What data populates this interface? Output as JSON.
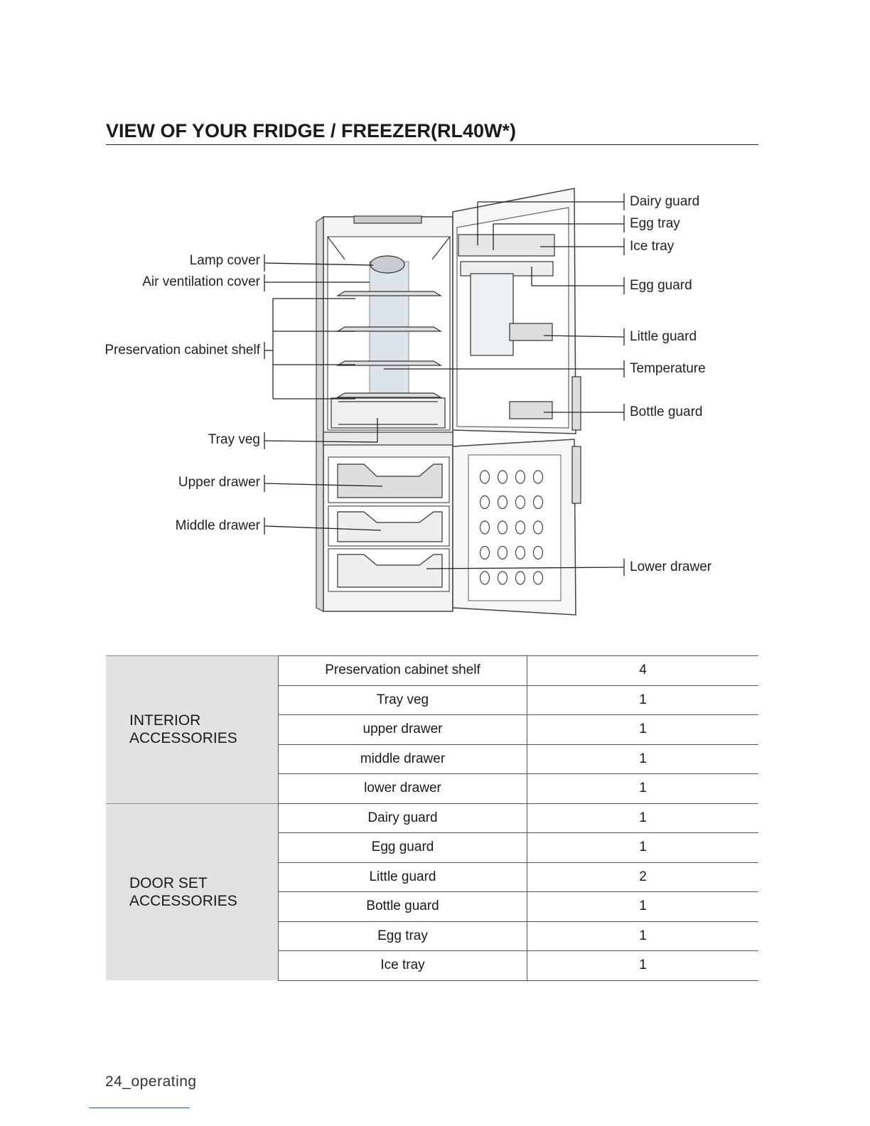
{
  "page": {
    "title": "VIEW OF YOUR FRIDGE / FREEZER(RL40W*)",
    "footer": "24_operating"
  },
  "diagram": {
    "left_labels": [
      "Lamp cover",
      "Air ventilation cover",
      "Preservation cabinet shelf",
      "Tray veg",
      "Upper drawer",
      "Middle drawer"
    ],
    "right_labels": [
      "Dairy guard",
      "Egg tray",
      "Ice tray",
      "Egg guard",
      "Little guard",
      "Temperature",
      "Bottle guard",
      "Lower drawer"
    ]
  },
  "table": {
    "groups": [
      {
        "name_line1": "INTERIOR",
        "name_line2": "ACCESSORIES",
        "rows": [
          {
            "item": "Preservation cabinet shelf",
            "qty": "4"
          },
          {
            "item": "Tray veg",
            "qty": "1"
          },
          {
            "item": "upper drawer",
            "qty": "1"
          },
          {
            "item": "middle drawer",
            "qty": "1"
          },
          {
            "item": "lower drawer",
            "qty": "1"
          }
        ]
      },
      {
        "name_line1": "DOOR SET",
        "name_line2": "ACCESSORIES",
        "rows": [
          {
            "item": "Dairy guard",
            "qty": "1"
          },
          {
            "item": "Egg guard",
            "qty": "1"
          },
          {
            "item": "Little guard",
            "qty": "2"
          },
          {
            "item": "Bottle guard",
            "qty": "1"
          },
          {
            "item": "Egg tray",
            "qty": "1"
          },
          {
            "item": "Ice tray",
            "qty": "1"
          }
        ]
      }
    ]
  }
}
